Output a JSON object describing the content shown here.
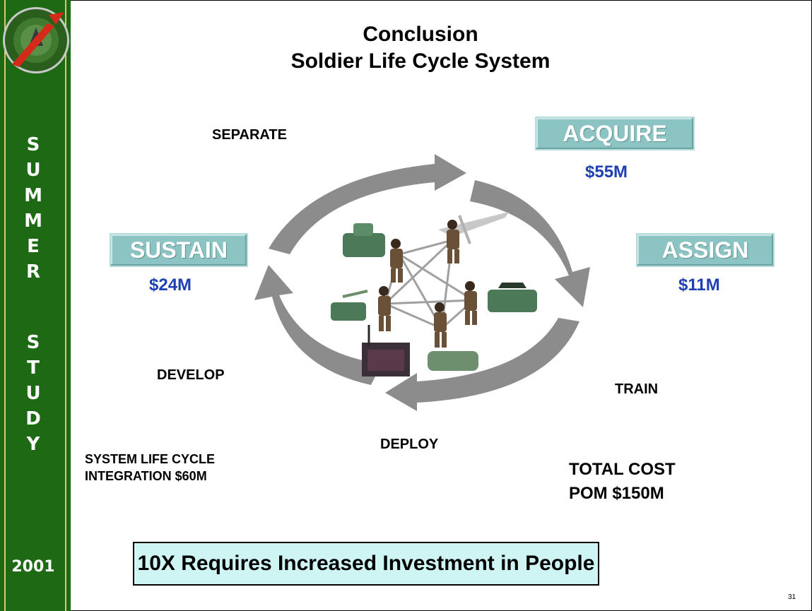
{
  "sidebar": {
    "letters": [
      "S",
      "U",
      "M",
      "M",
      "E",
      "R",
      "",
      "S",
      "T",
      "U",
      "D",
      "Y"
    ],
    "year": "2001"
  },
  "title": {
    "line1": "Conclusion",
    "line2": "Soldier Life Cycle System"
  },
  "cycle": {
    "separate": "SEPARATE",
    "acquire": {
      "label": "ACQUIRE",
      "cost": "$55M"
    },
    "assign": {
      "label": "ASSIGN",
      "cost": "$11M"
    },
    "sustain": {
      "label": "SUSTAIN",
      "cost": "$24M"
    },
    "develop": "DEVELOP",
    "train": "TRAIN",
    "deploy": "DEPLOY"
  },
  "integration": {
    "line1": "SYSTEM LIFE CYCLE",
    "line2": "INTEGRATION $60M"
  },
  "total": {
    "line1": "TOTAL COST",
    "line2": "POM $150M"
  },
  "banner": "10X Requires Increased Investment in People",
  "page_number": "31",
  "colors": {
    "sidebar": "#1e6a14",
    "cost_blue": "#1f3fb5",
    "button": "#8cc3c3",
    "banner_bg": "#cff4f4",
    "arrow": "#8c8c8c"
  }
}
